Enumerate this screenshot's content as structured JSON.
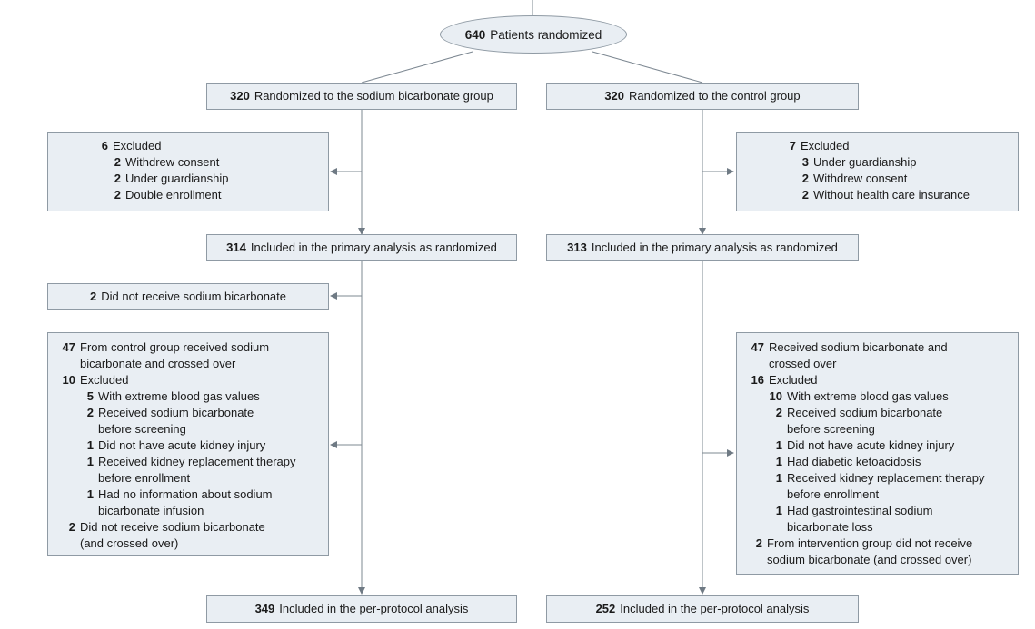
{
  "randomized": {
    "n": "640",
    "label": "Patients randomized"
  },
  "left": {
    "group": {
      "n": "320",
      "label": "Randomized to the sodium bicarbonate group"
    },
    "excluded": {
      "n": "6",
      "label": "Excluded",
      "items": [
        {
          "n": "2",
          "label": "Withdrew consent"
        },
        {
          "n": "2",
          "label": "Under guardianship"
        },
        {
          "n": "2",
          "label": "Double enrollment"
        }
      ]
    },
    "primary": {
      "n": "314",
      "label": "Included in the primary analysis as randomized"
    },
    "not_received": {
      "n": "2",
      "label": "Did not receive sodium bicarbonate"
    },
    "perprotocol_exclusions": {
      "crossed_n": "47",
      "crossed_lines": [
        "From control group received sodium",
        "bicarbonate and crossed over"
      ],
      "excluded_n": "10",
      "excluded_label": "Excluded",
      "items": [
        {
          "n": "5",
          "lines": [
            "With extreme blood gas values"
          ]
        },
        {
          "n": "2",
          "lines": [
            "Received sodium bicarbonate",
            "before screening"
          ]
        },
        {
          "n": "1",
          "lines": [
            "Did not have acute kidney injury"
          ]
        },
        {
          "n": "1",
          "lines": [
            "Received kidney replacement therapy",
            "before enrollment"
          ]
        },
        {
          "n": "1",
          "lines": [
            "Had no information about sodium",
            "bicarbonate infusion"
          ]
        }
      ],
      "tail_n": "2",
      "tail_lines": [
        "Did not receive sodium bicarbonate",
        "(and crossed over)"
      ]
    },
    "perprotocol": {
      "n": "349",
      "label": "Included in the per-protocol analysis"
    }
  },
  "right": {
    "group": {
      "n": "320",
      "label": "Randomized to the control group"
    },
    "excluded": {
      "n": "7",
      "label": "Excluded",
      "items": [
        {
          "n": "3",
          "label": "Under guardianship"
        },
        {
          "n": "2",
          "label": "Withdrew consent"
        },
        {
          "n": "2",
          "label": "Without health care insurance"
        }
      ]
    },
    "primary": {
      "n": "313",
      "label": "Included in the primary analysis as randomized"
    },
    "perprotocol_exclusions": {
      "crossed_n": "47",
      "crossed_lines": [
        "Received sodium bicarbonate and",
        "crossed over"
      ],
      "excluded_n": "16",
      "excluded_label": "Excluded",
      "items": [
        {
          "n": "10",
          "lines": [
            "With extreme blood gas values"
          ]
        },
        {
          "n": "2",
          "lines": [
            "Received sodium bicarbonate",
            "before screening"
          ]
        },
        {
          "n": "1",
          "lines": [
            "Did not have acute kidney injury"
          ]
        },
        {
          "n": "1",
          "lines": [
            "Had diabetic ketoacidosis"
          ]
        },
        {
          "n": "1",
          "lines": [
            "Received kidney replacement therapy",
            "before enrollment"
          ]
        },
        {
          "n": "1",
          "lines": [
            "Had gastrointestinal sodium",
            "bicarbonate loss"
          ]
        }
      ],
      "tail_n": "2",
      "tail_lines": [
        "From intervention group did not receive",
        "sodium bicarbonate (and crossed over)"
      ]
    },
    "perprotocol": {
      "n": "252",
      "label": "Included in the per-protocol analysis"
    }
  }
}
